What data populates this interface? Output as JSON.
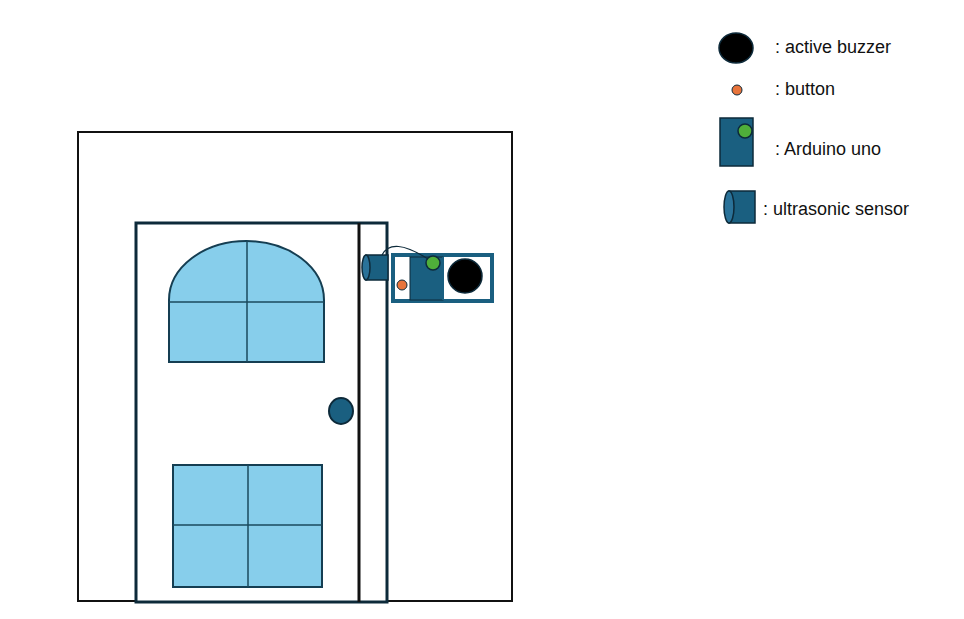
{
  "diagram": {
    "legend": [
      {
        "text": ": active buzzer"
      },
      {
        "text": ": button"
      },
      {
        "text": ": Arduino uno"
      },
      {
        "text": ": ultrasonic sensor"
      }
    ]
  }
}
